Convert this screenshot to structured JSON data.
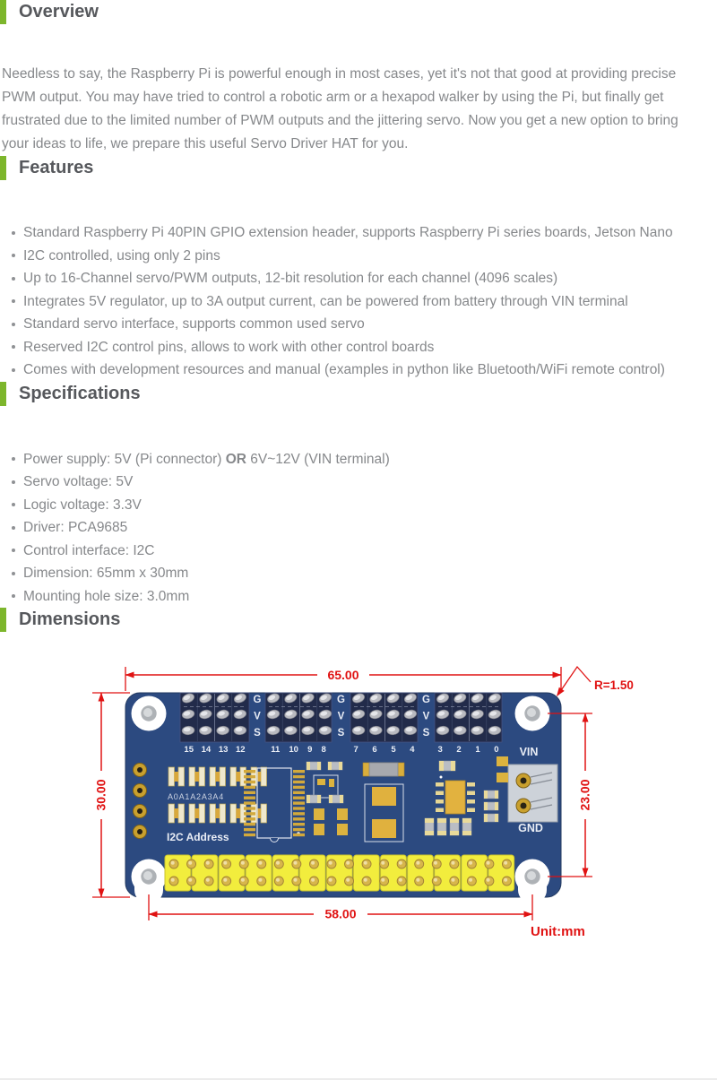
{
  "theme": {
    "accent": "#7db62c",
    "heading_text": "#56585c",
    "body_text": "#86888b",
    "dimension_red": "#e01212",
    "board_blue": "#2c4a80",
    "gpio_yellow": "#f2ed3d"
  },
  "overview": {
    "title": "Overview",
    "body": "Needless to say, the Raspberry Pi is powerful enough in most cases, yet it's not that good at providing precise PWM output. You may have tried to control a robotic arm or a hexapod walker by using the Pi, but finally get frustrated due to the limited number of PWM outputs and the jittering servo. Now you get a new option to bring your ideas to life, we prepare this useful Servo Driver HAT for you."
  },
  "features": {
    "title": "Features",
    "items": [
      "Standard Raspberry Pi 40PIN GPIO extension header, supports Raspberry Pi series boards, Jetson Nano",
      "I2C controlled, using only 2 pins",
      "Up to 16-Channel servo/PWM outputs, 12-bit resolution for each channel (4096 scales)",
      "Integrates 5V regulator, up to 3A output current, can be powered from battery through VIN terminal",
      "Standard servo interface, supports common used servo",
      "Reserved I2C control pins, allows to work with other control boards",
      "Comes with development resources and manual (examples in python like Bluetooth/WiFi remote control)"
    ]
  },
  "specifications": {
    "title": "Specifications",
    "items": [
      {
        "pre": "Power supply: 5V (Pi connector) ",
        "bold": "OR",
        "post": " 6V~12V (VIN terminal)"
      },
      {
        "pre": "Servo voltage: 5V",
        "bold": "",
        "post": ""
      },
      {
        "pre": "Logic voltage: 3.3V",
        "bold": "",
        "post": ""
      },
      {
        "pre": "Driver: PCA9685",
        "bold": "",
        "post": ""
      },
      {
        "pre": "Control interface: I2C",
        "bold": "",
        "post": ""
      },
      {
        "pre": "Dimension: 65mm x 30mm",
        "bold": "",
        "post": ""
      },
      {
        "pre": "Mounting hole size: 3.0mm",
        "bold": "",
        "post": ""
      }
    ]
  },
  "dimensions": {
    "title": "Dimensions",
    "unit_label": "Unit:mm",
    "dims": {
      "width": "65.00",
      "height": "30.00",
      "hole_span": "58.00",
      "right_height": "23.00",
      "corner_radius": "R=1.50"
    },
    "board": {
      "gvs": [
        "G",
        "V",
        "S"
      ],
      "channel_groups": [
        "15 14 13 12",
        "11 10 9 8",
        "7 6 5 4",
        "3 2 1 0"
      ],
      "vin_label": "VIN",
      "gnd_label": "GND",
      "i2c_jumper_label": "A0A1A2A3A4",
      "i2c_address_label": "I2C Address"
    }
  }
}
